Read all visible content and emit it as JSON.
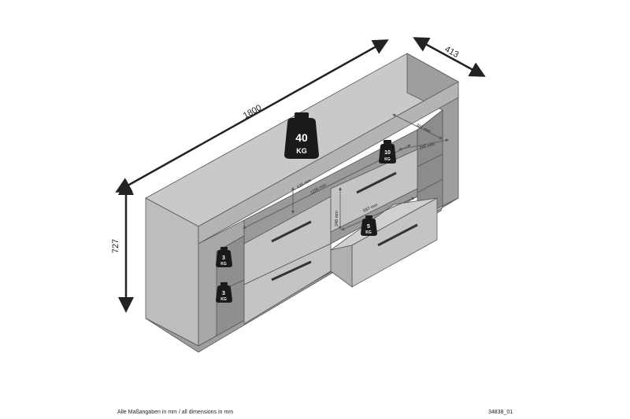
{
  "dimensions": {
    "width": "1800",
    "depth": "413",
    "height": "727"
  },
  "weights": {
    "top": {
      "value": "40",
      "unit": "KG"
    },
    "upper_drawer": {
      "value": "10",
      "unit": "KG"
    },
    "lower_drawer": {
      "value": "5",
      "unit": "KG"
    },
    "shelf_upper_left": {
      "value": "3",
      "unit": "KG"
    },
    "shelf_lower_left": {
      "value": "3",
      "unit": "KG"
    }
  },
  "internal_dimensions": {
    "compartment_height": "125 mm",
    "inner_width": "1156 mm",
    "drawer_height": "246 mm",
    "drawer_width": "597 mm",
    "side_depth": "367 mm",
    "side_width": "265 mm"
  },
  "footer": {
    "note": "Alle Maßangaben in mm / all dimensions in mm",
    "code": "34838_01"
  },
  "colors": {
    "panel_front": "#bdbdbd",
    "panel_top": "#c9c9c9",
    "panel_side": "#9e9e9e",
    "panel_dark": "#8a8a8a",
    "weight_icon": "#1a1a1a",
    "line": "#222222"
  }
}
